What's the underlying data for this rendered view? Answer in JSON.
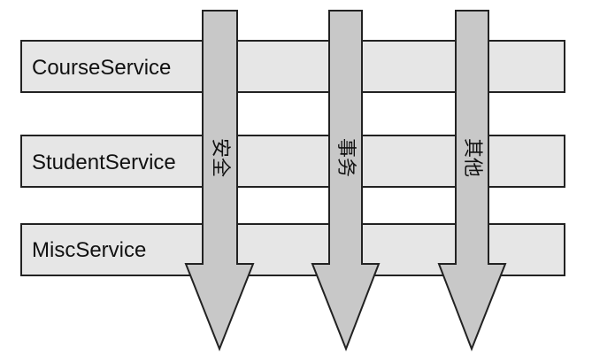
{
  "services": [
    "CourseService",
    "StudentService",
    "MiscService"
  ],
  "concerns": [
    "安全",
    "事务",
    "其他"
  ],
  "colors": {
    "bar_fill": "#e6e6e6",
    "arrow_fill": "#c8c8c8",
    "stroke": "#222222"
  }
}
